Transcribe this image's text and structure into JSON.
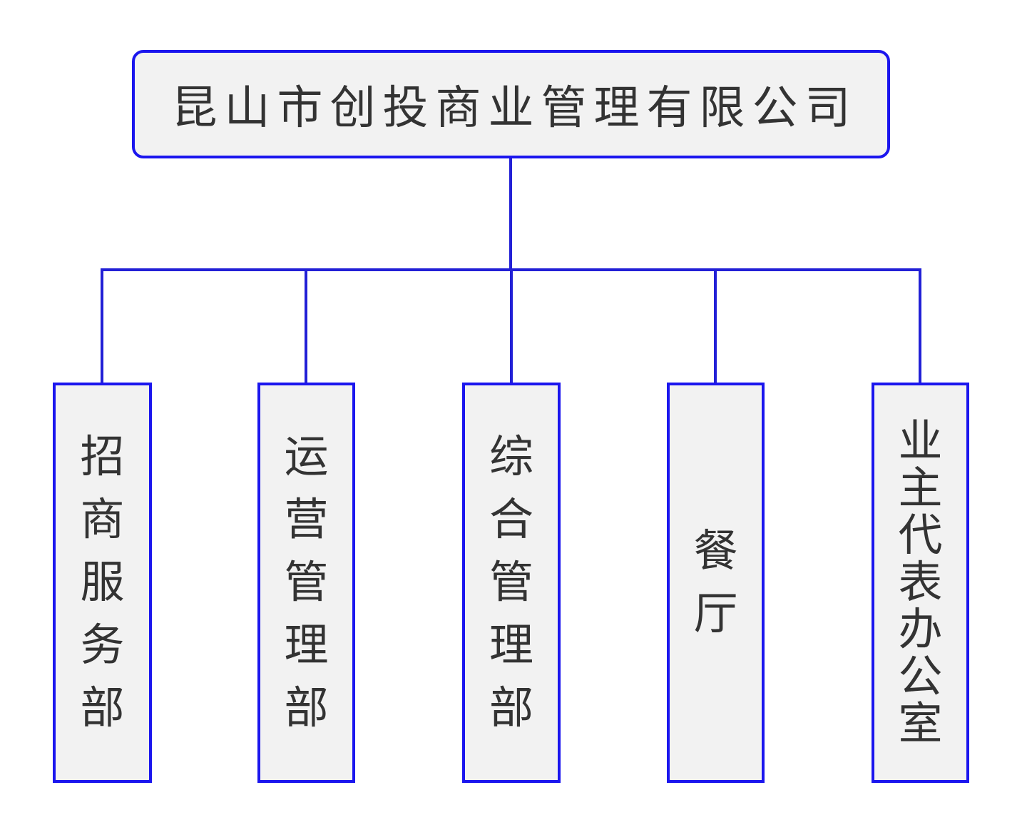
{
  "org_chart": {
    "root": {
      "label": "昆山市创投商业管理有限公司"
    },
    "departments": [
      {
        "label": "招商服务部"
      },
      {
        "label": "运营管理部"
      },
      {
        "label": "综合管理部"
      },
      {
        "label": "餐厅"
      },
      {
        "label": "业主代表办公室"
      }
    ],
    "colors": {
      "node_border": "#1b16ee",
      "connector_line": "#2220d6",
      "node_fill": "#f2f2f2",
      "text": "#333333",
      "background": "#ffffff"
    }
  }
}
